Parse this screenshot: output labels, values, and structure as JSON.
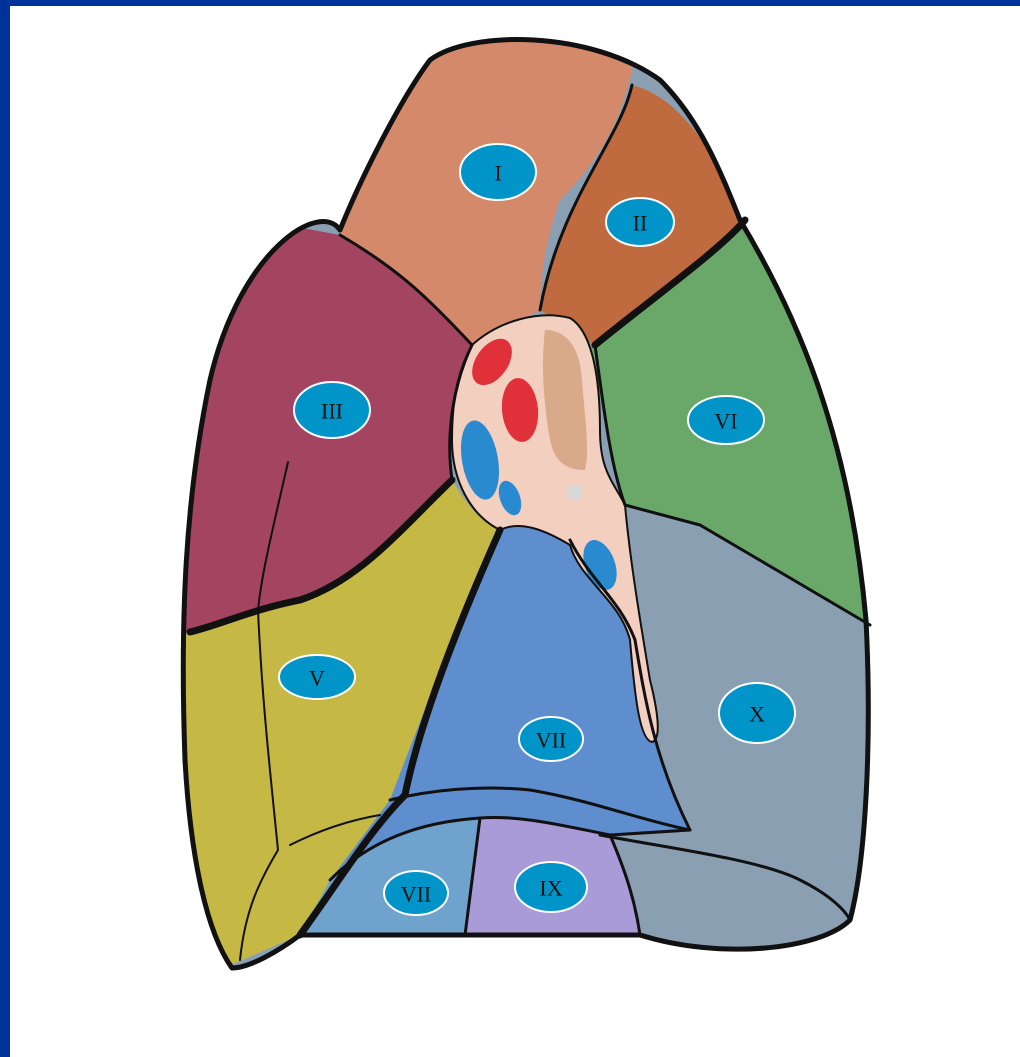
{
  "colors": {
    "frame": "#003399",
    "label_fill": "#0094c8",
    "label_stroke": "#ffffff",
    "outline": "#111111",
    "seg_I": "#d48a6a",
    "seg_II": "#c06a40",
    "seg_III": "#a34560",
    "seg_V": "#c6b844",
    "seg_VI": "#6aa86a",
    "seg_VII": "#5f8ecf",
    "seg_VII_basal": "#6fa2cc",
    "seg_IX": "#a99ad8",
    "seg_X": "#8aa0b2",
    "hilum": "#f3cfc0",
    "artery": "#e0303a",
    "vein": "#2a8ad0",
    "bronchus": "#d9aa8a"
  },
  "segments": [
    {
      "id": "I",
      "label": "I"
    },
    {
      "id": "II",
      "label": "II"
    },
    {
      "id": "III",
      "label": "III"
    },
    {
      "id": "VI",
      "label": "VI"
    },
    {
      "id": "V",
      "label": "V"
    },
    {
      "id": "X",
      "label": "X"
    },
    {
      "id": "VII",
      "label": "VII"
    },
    {
      "id": "VII-basal",
      "label": "VII"
    },
    {
      "id": "IX",
      "label": "IX"
    }
  ]
}
